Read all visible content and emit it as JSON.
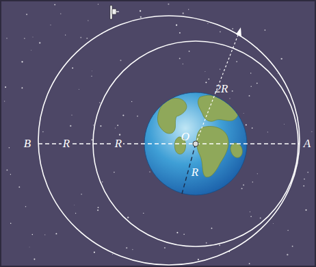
{
  "diagram": {
    "labels": [
      "2R",
      "B",
      "R",
      "R",
      "O",
      "R",
      "A"
    ]
  }
}
